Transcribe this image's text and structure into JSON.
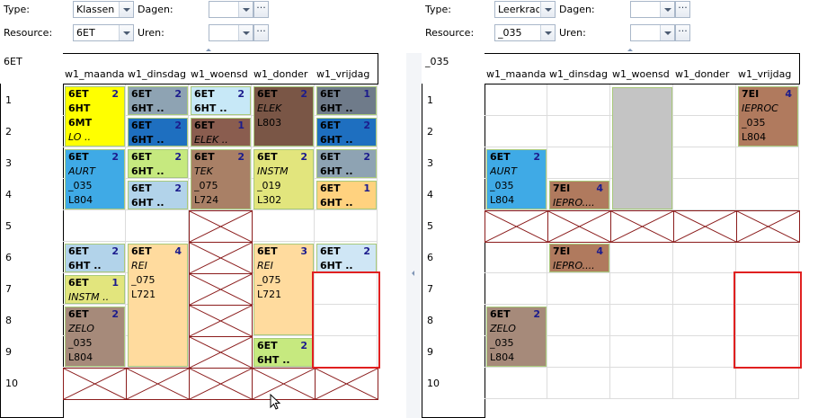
{
  "left": {
    "filter": {
      "type_label": "Type:",
      "type_value": "Klassen",
      "dagen_label": "Dagen:",
      "dagen_value": "",
      "resource_label": "Resource:",
      "resource_value": "6ET",
      "uren_label": "Uren:",
      "uren_value": "",
      "dots": "···"
    },
    "resource_name": "6ET",
    "days": [
      "w1_maanda",
      "w1_dinsdag",
      "w1_woensd",
      "w1_donder",
      "w1_vrijdag"
    ],
    "hours": [
      "1",
      "2",
      "3",
      "4",
      "5",
      "6",
      "7",
      "8",
      "9",
      "10"
    ],
    "lessons": [
      {
        "lines": [
          "6ET",
          "6HT",
          "6MT",
          "LO .."
        ],
        "count": "2",
        "color": "#ffff00"
      },
      {
        "lines": [
          "6ET",
          "6HT .."
        ],
        "count": "2",
        "color": "#8ea3b3"
      },
      {
        "lines": [
          "6ET",
          "6HT .."
        ],
        "count": "2",
        "color": "#1e6fc0"
      },
      {
        "lines": [
          "6ET",
          "6HT .."
        ],
        "count": "2",
        "color": "#c7e8f7"
      },
      {
        "lines": [
          "6ET",
          "ELEK .."
        ],
        "count": "1",
        "color": "#8a5d4f"
      },
      {
        "lines": [
          "6ET",
          "ELEK",
          "L803"
        ],
        "count": "2",
        "color": "#7a5646"
      },
      {
        "lines": [
          "6ET",
          "6HT .."
        ],
        "count": "1",
        "color": "#6f7b8a"
      },
      {
        "lines": [
          "6ET",
          "6HT .."
        ],
        "count": "2",
        "color": "#1e6fc0"
      },
      {
        "lines": [
          "6ET",
          "AURT",
          "_035",
          "L804"
        ],
        "count": "2",
        "color": "#3faae6"
      },
      {
        "lines": [
          "6ET",
          "6HT .."
        ],
        "count": "2",
        "color": "#c6e97f"
      },
      {
        "lines": [
          "6ET",
          "6HT .."
        ],
        "count": "2",
        "color": "#b2d3ea"
      },
      {
        "lines": [
          "6ET",
          "TEK",
          "_075",
          "L724"
        ],
        "count": "2",
        "color": "#a98066"
      },
      {
        "lines": [
          "6ET",
          "INSTM",
          "_019",
          "L302"
        ],
        "count": "2",
        "color": "#e2e57d"
      },
      {
        "lines": [
          "6ET",
          "6HT .."
        ],
        "count": "2",
        "color": "#8ea3b3"
      },
      {
        "lines": [
          "6ET",
          "6HT .."
        ],
        "count": "1",
        "color": "#ffd27f"
      },
      {
        "lines": [
          "6ET",
          "6HT .."
        ],
        "count": "2",
        "color": "#b2d3ea"
      },
      {
        "lines": [
          "6ET",
          "INSTM .."
        ],
        "count": "1",
        "color": "#e2e57d"
      },
      {
        "lines": [
          "6ET",
          "ZELO",
          "_035",
          "L804"
        ],
        "count": "2",
        "color": "#a68a7a"
      },
      {
        "lines": [
          "6ET",
          "REI",
          "_075",
          "L721"
        ],
        "count": "4",
        "color": "#ffdb9e"
      },
      {
        "lines": [
          "6ET",
          "REI",
          "_075",
          "L721"
        ],
        "count": "3",
        "color": "#ffdb9e"
      },
      {
        "lines": [
          "6ET",
          "6HT .."
        ],
        "count": "2",
        "color": "#c6e97f"
      },
      {
        "lines": [
          "6ET",
          "6HT .."
        ],
        "count": "2",
        "color": "#cfe6f5"
      }
    ]
  },
  "right": {
    "filter": {
      "type_label": "Type:",
      "type_value": "Leerkracht",
      "dagen_label": "Dagen:",
      "dagen_value": "",
      "resource_label": "Resource:",
      "resource_value": "_035",
      "uren_label": "Uren:",
      "uren_value": "",
      "dots": "···"
    },
    "resource_name": "_035",
    "days": [
      "w1_maanda",
      "w1_dinsdag",
      "w1_woensd",
      "w1_donder",
      "w1_vrijdag"
    ],
    "hours": [
      "1",
      "2",
      "3",
      "4",
      "5",
      "6",
      "7",
      "8",
      "9",
      "10"
    ],
    "lessons": [
      {
        "lines": [
          "7EI",
          "IEPROC",
          "_035",
          "L804"
        ],
        "count": "4",
        "color": "#b07a5e"
      },
      {
        "lines": [
          "6ET",
          "AURT",
          "_035",
          "L804"
        ],
        "count": "2",
        "color": "#3faae6"
      },
      {
        "lines": [
          "7EI",
          "IEPRO...."
        ],
        "count": "4",
        "color": "#b07a5e"
      },
      {
        "lines": [
          "7EI",
          "IEPRO...."
        ],
        "count": "4",
        "color": "#b07a5e"
      },
      {
        "lines": [
          "6ET",
          "ZELO",
          "_035",
          "L804"
        ],
        "count": "2",
        "color": "#a68a7a"
      }
    ]
  }
}
